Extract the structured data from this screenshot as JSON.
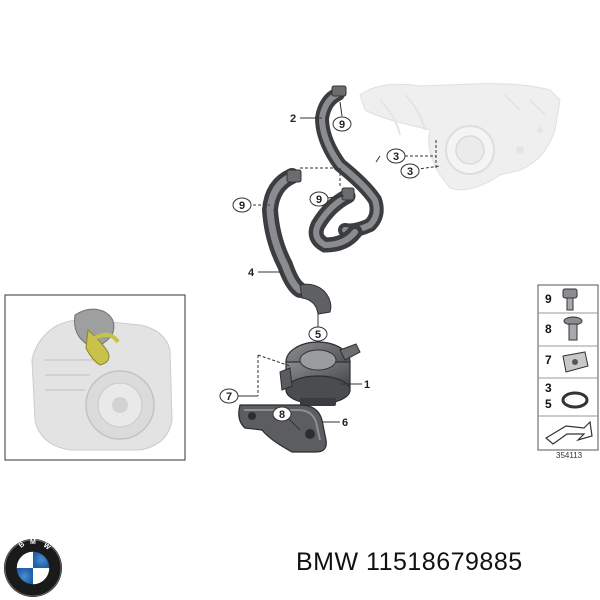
{
  "callouts": {
    "c1": "1",
    "c2": "2",
    "c3a": "3",
    "c3b": "3",
    "c4": "4",
    "c5": "5",
    "c6": "6",
    "c7": "7",
    "c8": "8",
    "c9a": "9",
    "c9b": "9",
    "c9c": "9"
  },
  "legend": {
    "items": [
      "9",
      "8",
      "7",
      "3",
      "5"
    ],
    "code": "354113"
  },
  "brand": {
    "logo_letters": "BMW",
    "text": "BMW 11518679885"
  },
  "colors": {
    "hose": "#55575a",
    "hose_light": "#8a8c8f",
    "ghost_engine": "#d9d9d9",
    "highlight": "#c9c24a"
  }
}
